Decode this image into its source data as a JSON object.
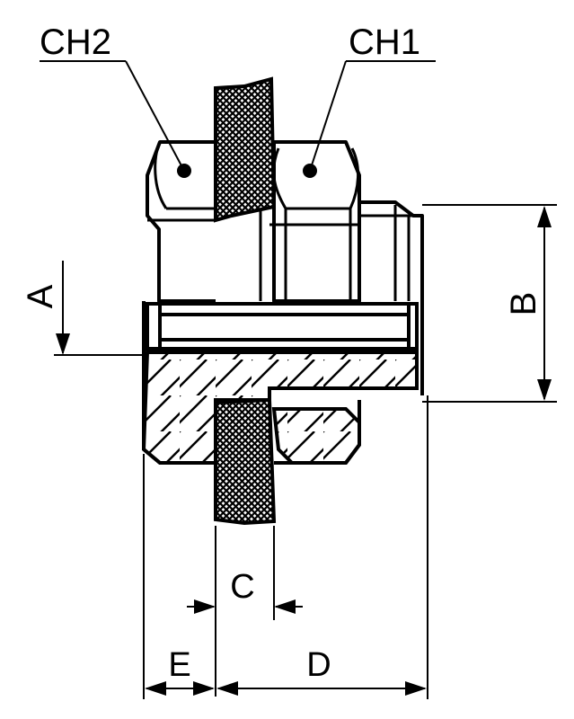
{
  "labels": {
    "ch2": "CH2",
    "ch1": "CH1",
    "a": "A",
    "b": "B",
    "c": "C",
    "d": "D",
    "e": "E"
  },
  "colors": {
    "line": "#000000",
    "background": "#ffffff"
  }
}
